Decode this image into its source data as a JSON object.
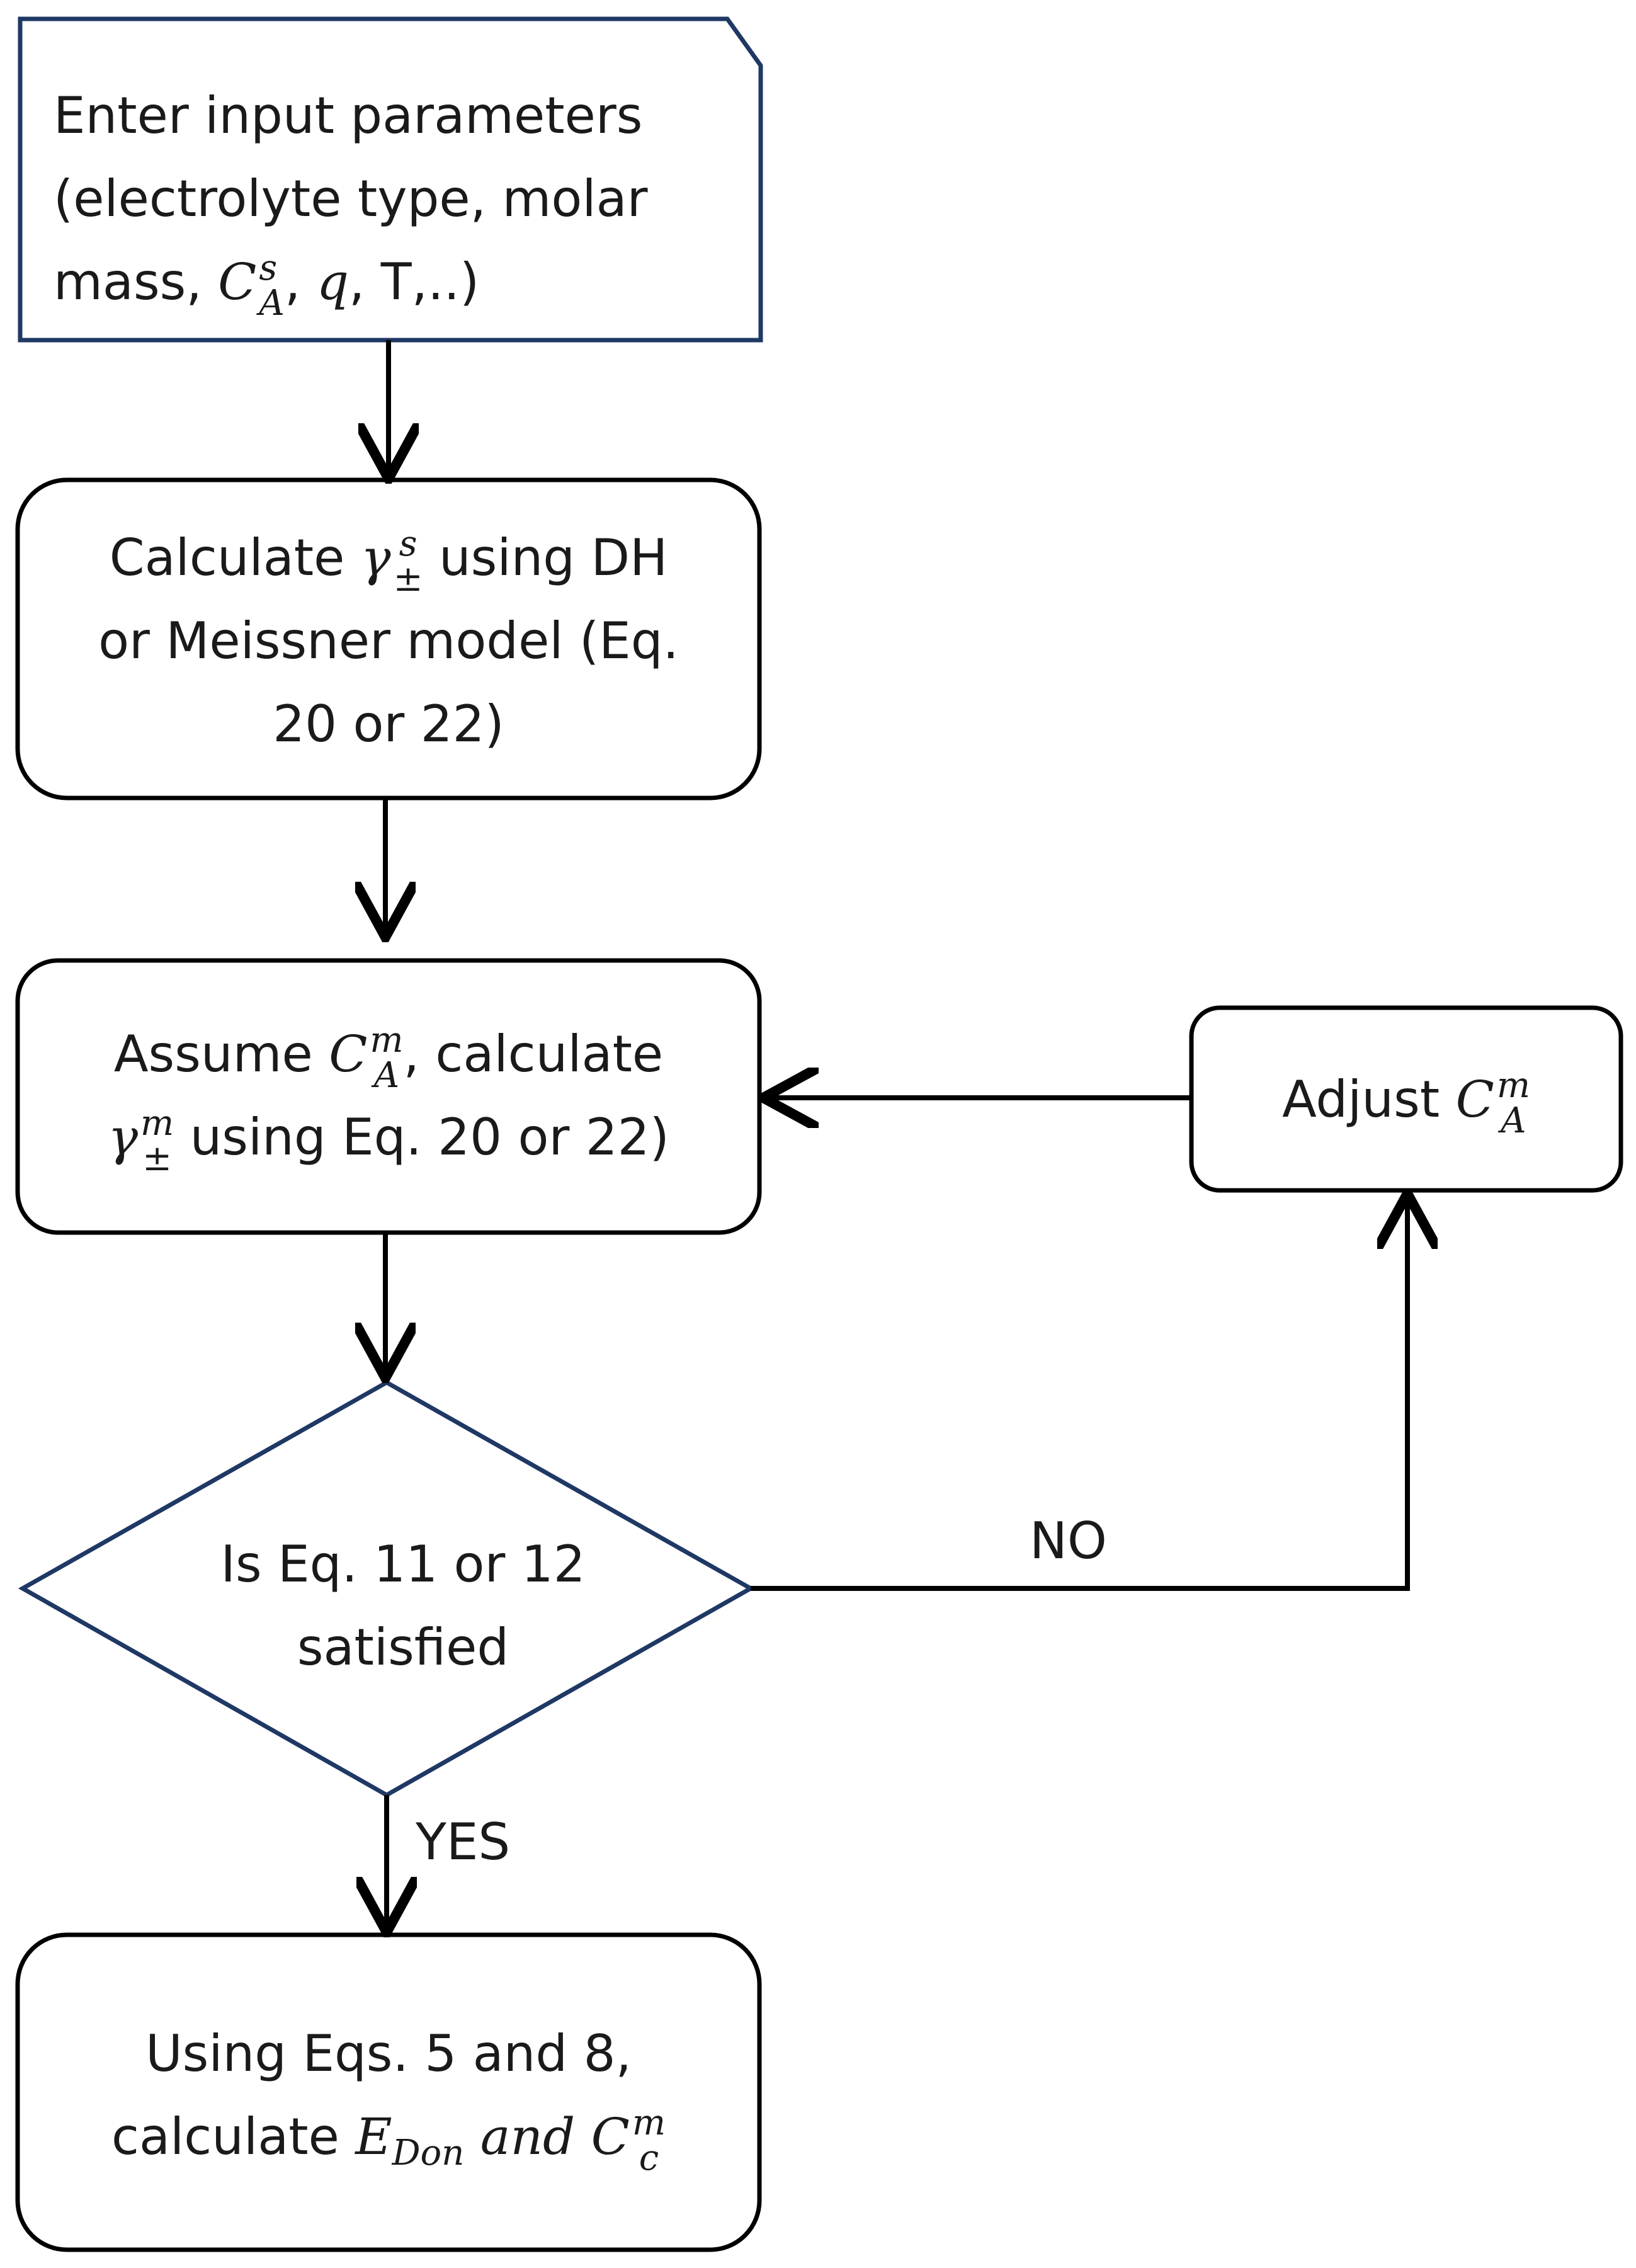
{
  "colors": {
    "navy_border": "#1f3864",
    "black_border": "#000000",
    "arrow": "#000000",
    "text": "#1a1a1a"
  },
  "nodes": {
    "input": {
      "line1": "Enter input parameters",
      "line2": "(electrolyte type, molar",
      "line3_prefix": "mass, ",
      "line3_c": "C",
      "line3_c_sup": "s",
      "line3_c_sub": "A",
      "line3_sep": ",  ",
      "line3_q": "q",
      "line3_rest": ", T,..)"
    },
    "calc_gamma_s": {
      "line1_prefix": "Calculate ",
      "gamma": "γ",
      "gamma_sup": "s",
      "gamma_sub": "±",
      "line1_suffix": " using DH",
      "line2": "or Meissner model (Eq.",
      "line3": "20 or 22)"
    },
    "assume": {
      "line1_prefix": "Assume ",
      "c": "C",
      "c_sup": "m",
      "c_sub": "A",
      "line1_suffix": ", calculate",
      "gamma": "γ",
      "gamma_sup": "m",
      "gamma_sub": "±",
      "line2_suffix": " using Eq. 20 or 22)"
    },
    "adjust": {
      "prefix": "Adjust ",
      "c": "C",
      "c_sup": "m",
      "c_sub": "A"
    },
    "decision": {
      "line1": "Is Eq. 11 or 12",
      "line2": "satisfied"
    },
    "output": {
      "line1": "Using Eqs. 5 and 8,",
      "line2_prefix": "calculate ",
      "e": "E",
      "e_sub": "Don",
      "and": " and ",
      "c": "C",
      "c_sup": "m",
      "c_sub": "c"
    }
  },
  "edges": {
    "no_label": "NO",
    "yes_label": "YES"
  }
}
